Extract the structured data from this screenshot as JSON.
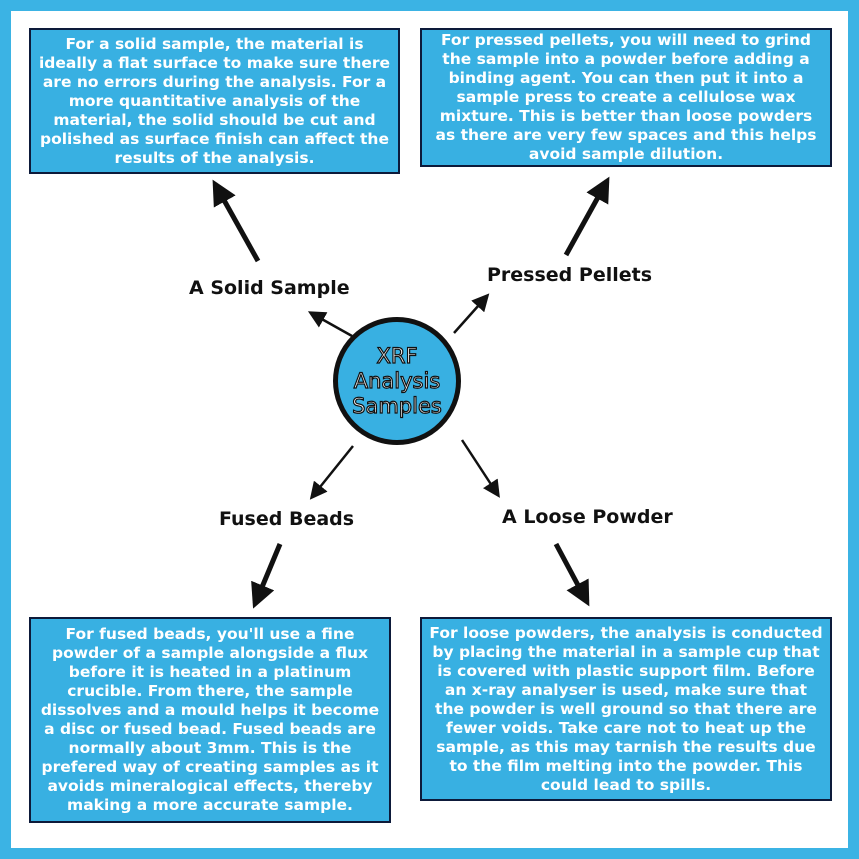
{
  "center": {
    "line1": "XRF",
    "line2": "Analysis",
    "line3": "Samples"
  },
  "branches": {
    "solid": {
      "label": "A Solid Sample",
      "description": "For a solid sample, the material is ideally a flat surface to make sure there are no errors during the analysis. For a more quantitative analysis of the material, the solid should be cut and polished as surface finish can affect the results of the analysis."
    },
    "pellets": {
      "label": "Pressed Pellets",
      "description": "For pressed pellets, you will need to grind the sample into a powder before adding a binding agent. You can then put it into a sample press to create a cellulose wax mixture. This is better than loose powders as there are very few spaces and this helps avoid sample dilution."
    },
    "fused": {
      "label": "Fused Beads",
      "description": "For fused beads, you'll use a fine powder of a sample alongside a flux before it is heated in a platinum crucible. From there, the sample dissolves and a mould helps it become a disc or fused bead. Fused beads are normally about 3mm. This is the prefered way of creating samples as it avoids mineralogical effects, thereby making a more accurate sample."
    },
    "loose": {
      "label": "A Loose Powder",
      "description": "For loose powders, the analysis is conducted by placing the material in a sample cup that is covered with plastic support film. Before an x-ray analyser is used, make sure that the powder is well ground so that there are fewer voids. Take care not to heat up the sample, as this may tarnish the results due to the film melting into the powder. This could lead to spills."
    }
  },
  "colors": {
    "frame": "#3bb3e4",
    "box_fill": "#38b0e2",
    "box_border": "#0d1a3a",
    "text_on_box": "#ffffff",
    "arrow": "#111111"
  }
}
